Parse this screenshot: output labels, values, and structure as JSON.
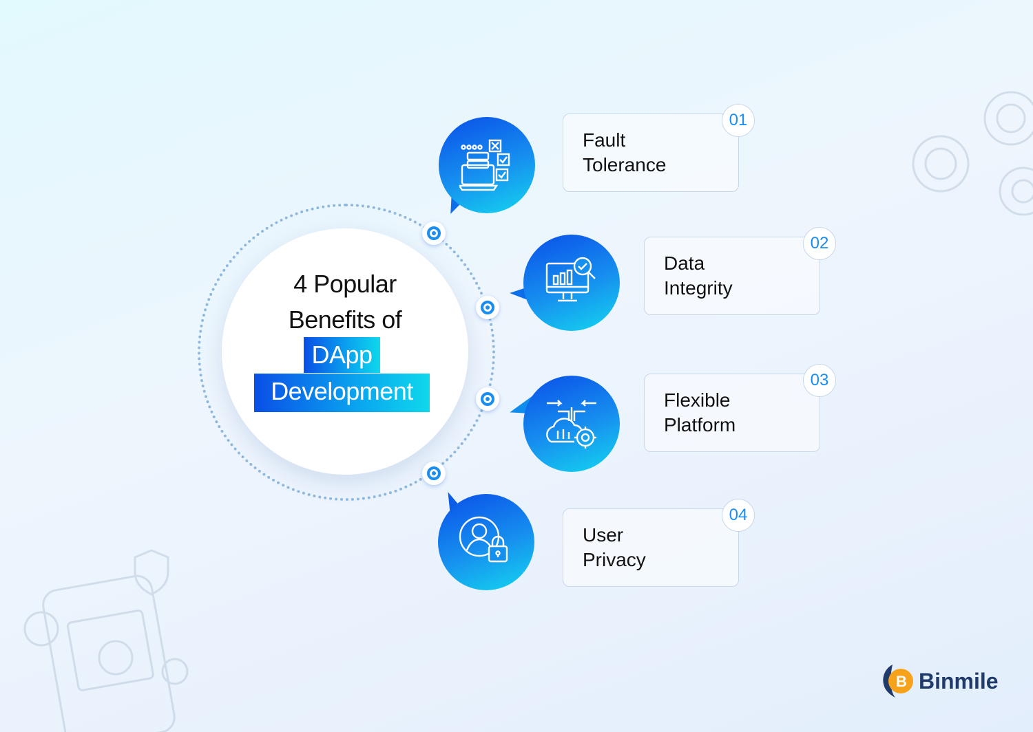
{
  "title": {
    "line1": "4 Popular",
    "line2": "Benefits of",
    "highlight1": "DApp",
    "highlight2": "Development"
  },
  "benefits": [
    {
      "number": "01",
      "line1": "Fault",
      "line2": "Tolerance",
      "icon": "server-checklist-icon"
    },
    {
      "number": "02",
      "line1": "Data",
      "line2": "Integrity",
      "icon": "monitor-analytics-icon"
    },
    {
      "number": "03",
      "line1": "Flexible",
      "line2": "Platform",
      "icon": "cloud-settings-icon"
    },
    {
      "number": "04",
      "line1": "User",
      "line2": "Privacy",
      "icon": "user-lock-icon"
    }
  ],
  "brand": {
    "name": "Binmile",
    "colors": {
      "accent": "#1a8df0",
      "gradient_start": "#0a4fe8",
      "gradient_end": "#14d6ef",
      "logo_orange": "#f7a21b",
      "logo_navy": "#1f3a6b"
    }
  }
}
